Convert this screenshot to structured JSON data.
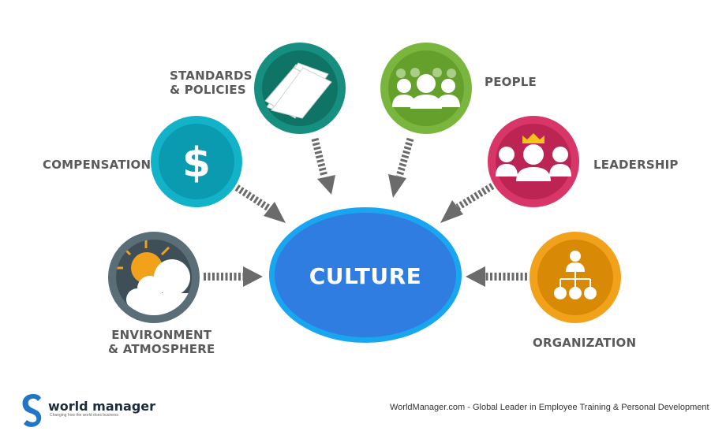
{
  "center": {
    "label": "CULTURE",
    "color": "#2f7de0",
    "ring_color": "#19a6f0"
  },
  "nodes": [
    {
      "id": "standards",
      "line1": "STANDARDS",
      "line2": "& POLICIES",
      "color": "#178f80",
      "icon": "papers-icon"
    },
    {
      "id": "people",
      "line1": "PEOPLE",
      "line2": "",
      "color": "#7ab63d",
      "icon": "people-icon"
    },
    {
      "id": "compensation",
      "line1": "COMPENSATION",
      "line2": "",
      "color": "#12b3c9",
      "icon": "dollar-icon",
      "glyph": "$"
    },
    {
      "id": "leadership",
      "line1": "LEADERSHIP",
      "line2": "",
      "color": "#d83568",
      "icon": "crown-leader-icon"
    },
    {
      "id": "environment",
      "line1": "ENVIRONMENT",
      "line2": "& ATMOSPHERE",
      "color": "#5a6e78",
      "icon": "sun-cloud-icon"
    },
    {
      "id": "organization",
      "line1": "ORGANIZATION",
      "line2": "",
      "color": "#f2a11b",
      "icon": "org-chart-icon"
    }
  ],
  "footer": {
    "brand": "world manager",
    "tagline": "Changing how the world does business",
    "text": "WorldManager.com - Global Leader in Employee Training & Personal Development"
  },
  "arrow_color": "#6b6b6b"
}
